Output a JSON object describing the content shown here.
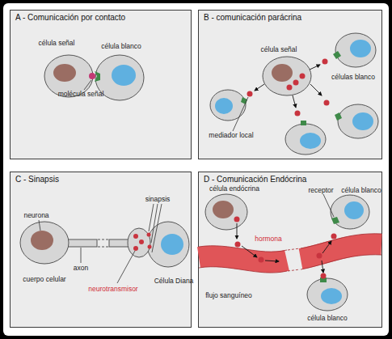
{
  "diagram": {
    "nodes": [
      {
        "text": [
          "A - Comunicación por contacto"
        ]
      },
      {
        "text": [
          "B - comunicación parácrina"
        ]
      },
      {
        "text": [
          "C - Sinapsis"
        ]
      },
      {
        "text": [
          "D - Comunicación Endócrina"
        ]
      }
    ],
    "labels": [
      "célula señal",
      "célula blanco",
      "molécula señal",
      "célula señal",
      "células blanco",
      "mediador local",
      "sinapsis",
      "neurona",
      "axon",
      "cuerpo celular",
      "neurotransmisor",
      "Célula Diana",
      "célula endócrina",
      "receptor",
      "célula blanco",
      "hormona",
      "flujo sanguíneo",
      "célula blanco"
    ]
  }
}
